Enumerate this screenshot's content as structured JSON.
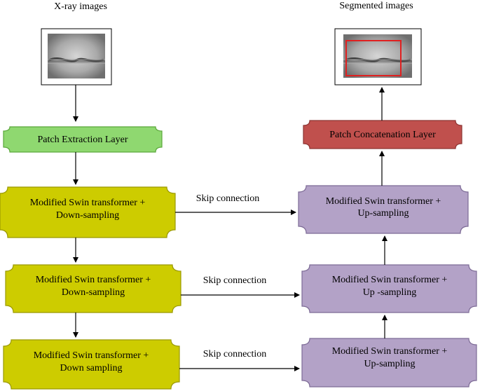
{
  "headers": {
    "left": "X-ray images",
    "right": "Segmented images"
  },
  "nodes": {
    "patch_extraction": "Patch Extraction Layer",
    "patch_concatenation": "Patch Concatenation Layer",
    "down_1": [
      "Modified Swin transformer  +",
      "Down-sampling"
    ],
    "down_2": [
      "Modified Swin transformer  +",
      "Down-sampling"
    ],
    "down_3": [
      "Modified Swin transformer  +",
      "Down sampling"
    ],
    "up_1": [
      "Modified Swin transformer  +",
      "Up-sampling"
    ],
    "up_2": [
      "Modified Swin transformer  +",
      "Up -sampling"
    ],
    "up_3": [
      "Modified Swin transformer  +",
      "Up-sampling"
    ]
  },
  "edges": {
    "skip_1": "Skip connection",
    "skip_2": "Skip connection",
    "skip_3": "Skip connection"
  },
  "colors": {
    "extraction_fill": "#8fd870",
    "extraction_stroke": "#5aa83a",
    "concat_fill": "#c0504d",
    "concat_stroke": "#8c3533",
    "down_fill": "#cdcc00",
    "down_stroke": "#9a9900",
    "up_fill": "#b3a2c7",
    "up_stroke": "#7d6b96",
    "segment_box": "#e02020"
  }
}
